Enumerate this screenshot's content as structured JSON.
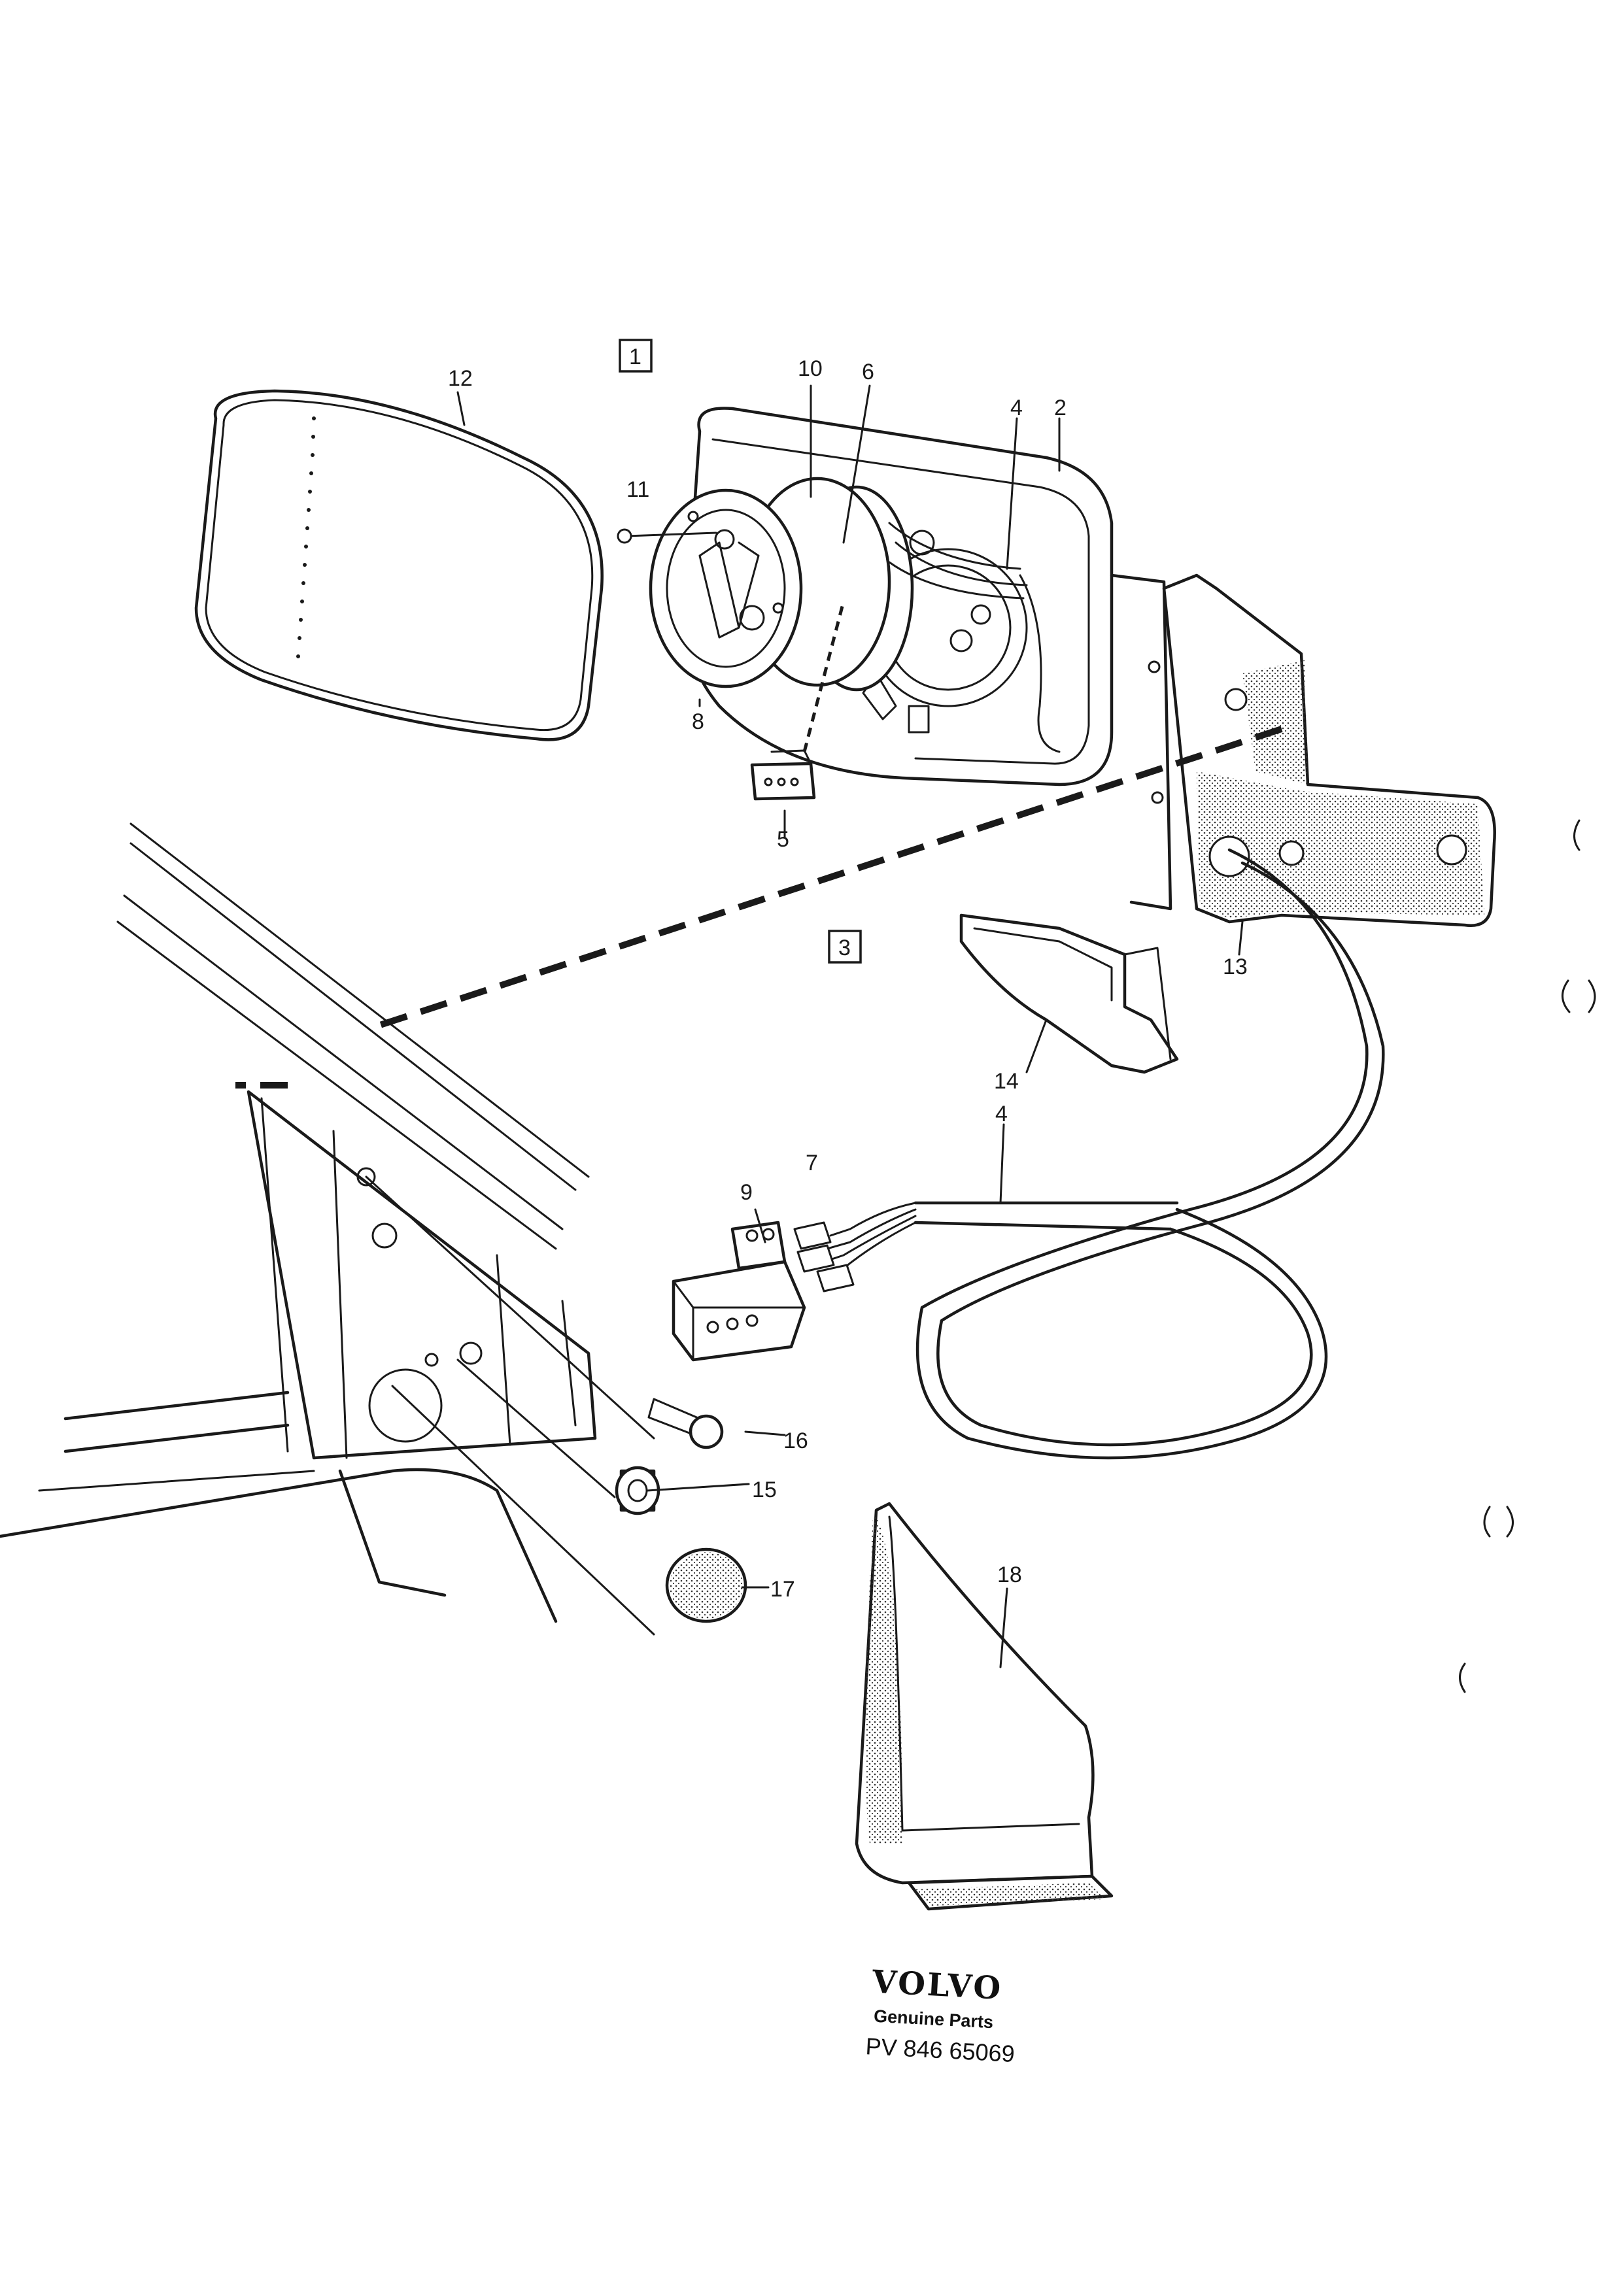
{
  "callouts": {
    "c1": "1",
    "c2": "2",
    "c3": "3",
    "c4a": "4",
    "c4b": "4",
    "c5": "5",
    "c6": "6",
    "c7": "7",
    "c8": "8",
    "c9": "9",
    "c10": "10",
    "c11": "11",
    "c12": "12",
    "c13": "13",
    "c14": "14",
    "c15": "15",
    "c16": "16",
    "c17": "17",
    "c18": "18"
  },
  "logo": {
    "brand": "VOLVO",
    "subtitle": "Genuine Parts",
    "code": "PV 846 65069"
  }
}
